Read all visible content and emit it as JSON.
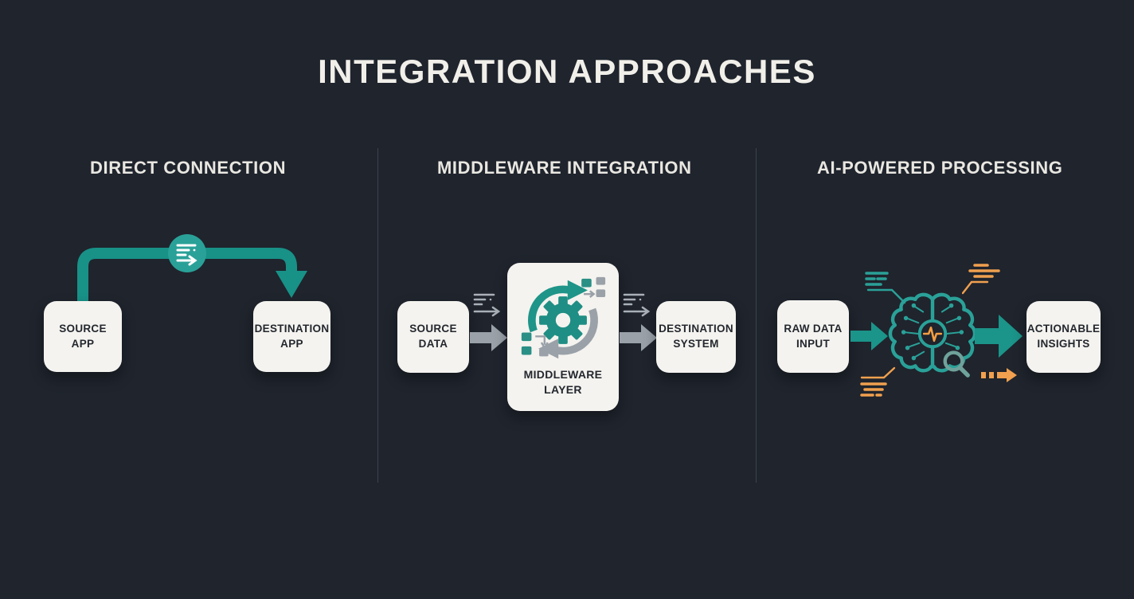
{
  "title": "INTEGRATION APPROACHES",
  "colors": {
    "background": "#1f242d",
    "card": "#f4f3ef",
    "card_text": "#23272e",
    "teal": "#189187",
    "teal_light": "#2aa198",
    "gray": "#9aa1a8",
    "orange": "#f0a04e",
    "heading_text": "#e9e7e1",
    "divider": "#3c434d"
  },
  "sections": [
    {
      "heading": "DIRECT CONNECTION",
      "source": {
        "lines": [
          "SOURCE",
          "APP"
        ]
      },
      "destination": {
        "lines": [
          "DESTINATION",
          "APP"
        ]
      },
      "connector": "teal-elbow-arrow",
      "connector_icon": "data-transfer-icon"
    },
    {
      "heading": "MIDDLEWARE INTEGRATION",
      "source": {
        "lines": [
          "SOURCE",
          "DATA"
        ]
      },
      "middleware": {
        "lines": [
          "MIDDLEWARE",
          "LAYER"
        ],
        "icon": "gear-sync-icon"
      },
      "destination": {
        "lines": [
          "DESTINATION",
          "SYSTEM"
        ]
      },
      "flow_icons": [
        "data-lines-icon",
        "block-arrow-icon",
        "data-lines-icon",
        "block-arrow-icon"
      ]
    },
    {
      "heading": "AI-POWERED PROCESSING",
      "source": {
        "lines": [
          "RAW DATA",
          "INPUT"
        ]
      },
      "destination": {
        "lines": [
          "ACTIONABLE",
          "INSIGHTS"
        ]
      },
      "ai_icon": "brain-circuit-icon",
      "ai_icon_details": [
        "pulse-icon",
        "magnifier-icon",
        "data-stream-lines-teal",
        "data-stream-lines-orange"
      ],
      "flow_icons": [
        "teal-block-arrow",
        "big-teal-arrow",
        "orange-dashed-arrow"
      ]
    }
  ]
}
